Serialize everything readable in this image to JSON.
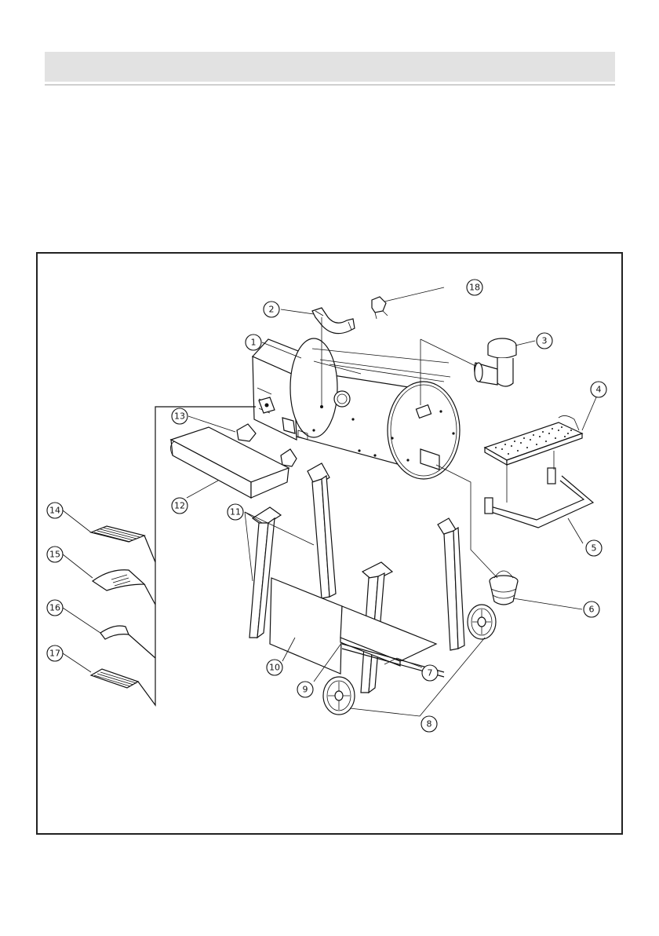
{
  "callouts": [
    {
      "num": "1"
    },
    {
      "num": "2"
    },
    {
      "num": "3"
    },
    {
      "num": "4"
    },
    {
      "num": "5"
    },
    {
      "num": "6"
    },
    {
      "num": "7"
    },
    {
      "num": "8"
    },
    {
      "num": "9"
    },
    {
      "num": "10"
    },
    {
      "num": "11"
    },
    {
      "num": "12"
    },
    {
      "num": "13"
    },
    {
      "num": "14"
    },
    {
      "num": "15"
    },
    {
      "num": "16"
    },
    {
      "num": "17"
    },
    {
      "num": "18"
    }
  ]
}
